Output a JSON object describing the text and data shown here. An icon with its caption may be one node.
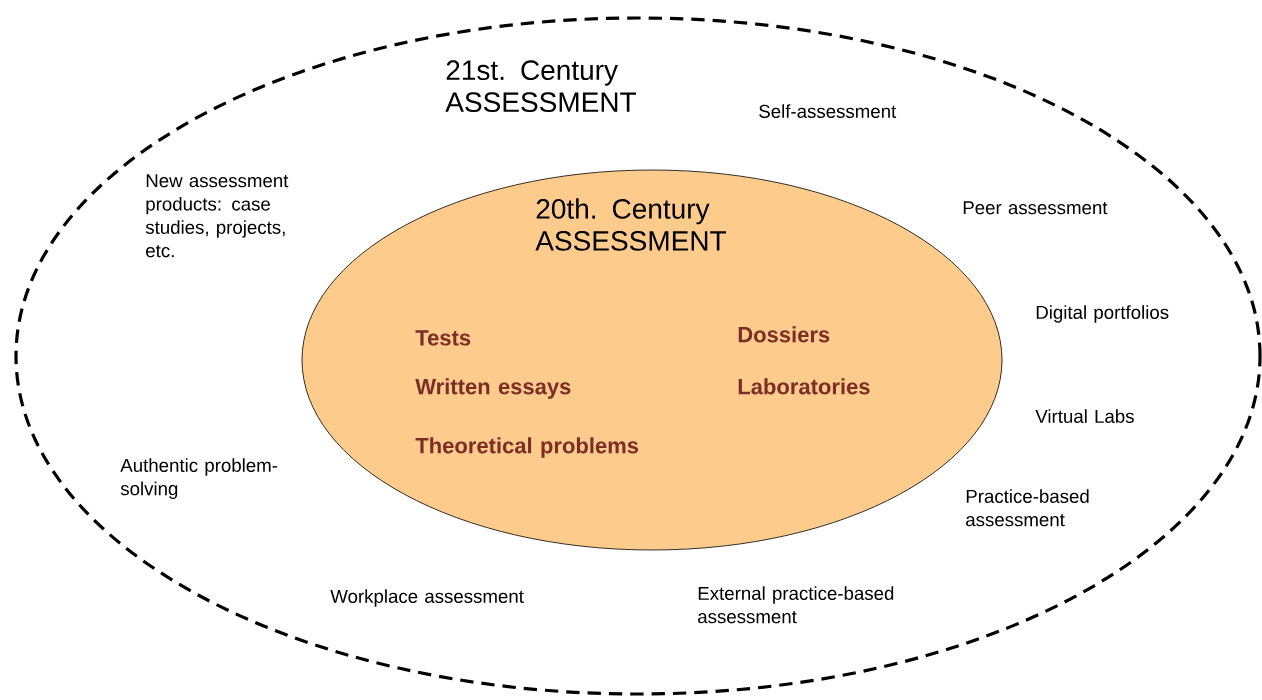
{
  "diagram": {
    "nodes": [
      {
        "text": [
          "21st. Century ASSESSMENT",
          "Self-assessment",
          "New assessment products: case studies, projects, etc.",
          "Peer assessment",
          "Digital portfolios",
          "Virtual Labs",
          "Authentic problem-solving",
          "Practice-based assessment",
          "Workplace assessment",
          "External practice-based assessment"
        ]
      },
      {
        "text": [
          "20th. Century ASSESSMENT",
          "Tests",
          "Written essays",
          "Theoretical problems",
          "Dossiers",
          "Laboratories"
        ],
        "in": 0
      }
    ]
  }
}
